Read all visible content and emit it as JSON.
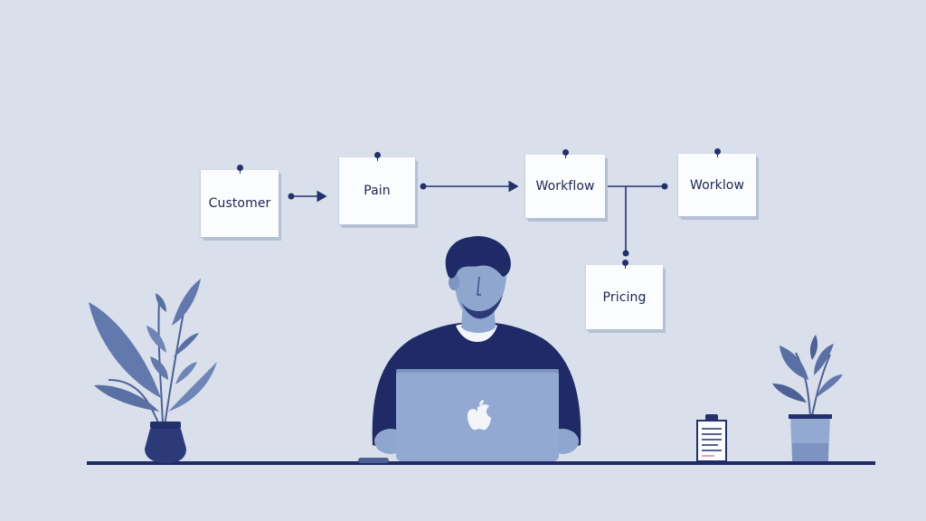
{
  "notes": {
    "customer": "Customer",
    "pain": "Pain",
    "workflow1": "Workflow",
    "workflow2": "Worklow",
    "pricing": "Pricing"
  },
  "colors": {
    "background": "#d9e0ec",
    "navy": "#1f2a66",
    "person_skin": "#8fa6cf",
    "laptop": "#93a9d2",
    "plant_leaf": "#5f74a8",
    "note_paper": "#fbfcfe"
  },
  "icons": {
    "laptop_logo": "apple-logo-icon"
  }
}
